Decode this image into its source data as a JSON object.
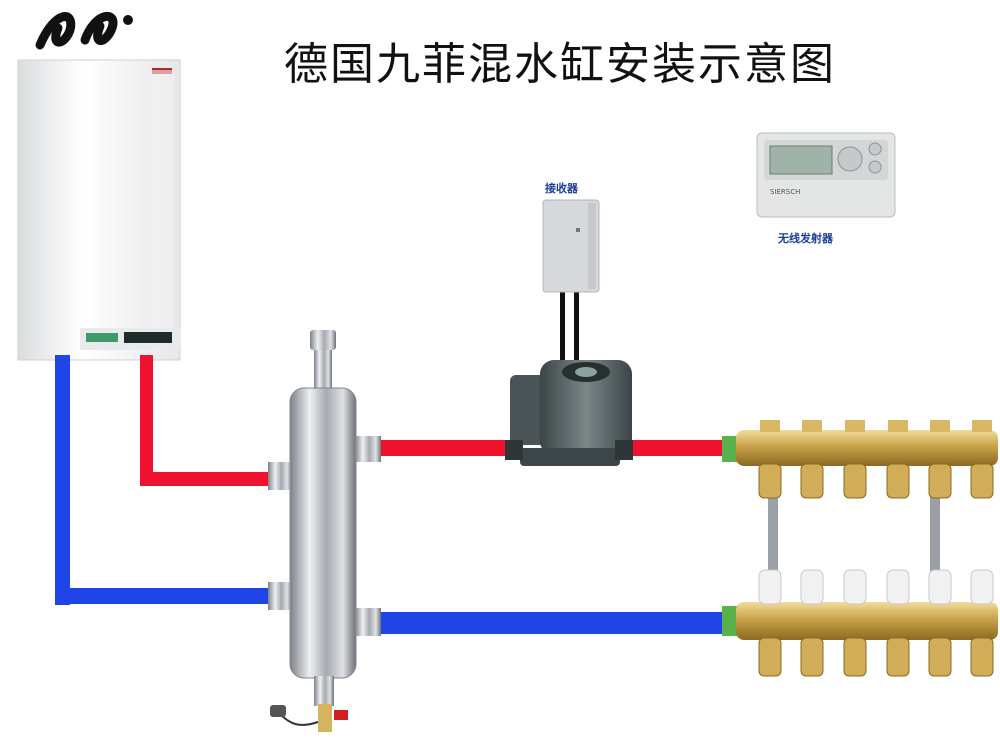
{
  "title": "德国九菲混水缸安装示意图",
  "logo_text": "JF",
  "receiver_label": "接收器",
  "transmitter_label": "无线发射器",
  "thermostat_brand": "SIERSCH",
  "colors": {
    "hot_pipe": "#f01030",
    "cold_pipe": "#1f45e6",
    "brass": "#c9a24a",
    "steel": "#b8bcc2",
    "label_blue": "#1a3f9a"
  }
}
